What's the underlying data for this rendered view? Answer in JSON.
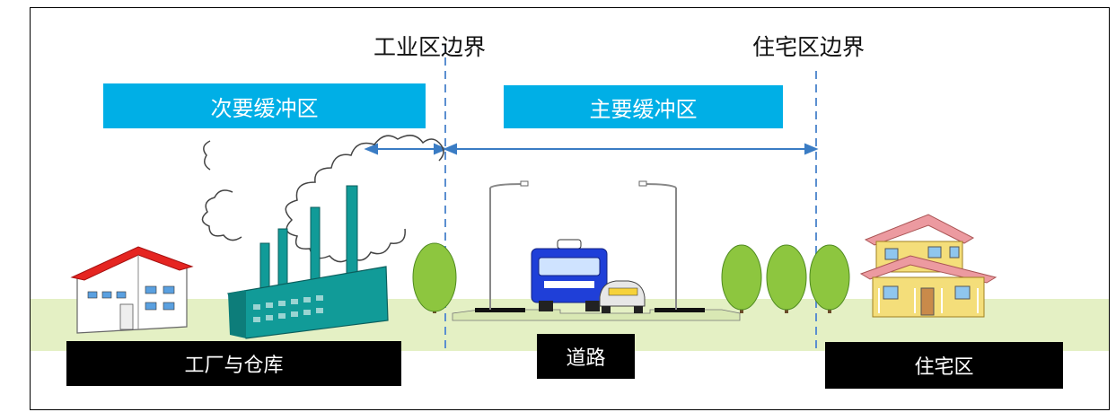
{
  "boundaries": {
    "industrial": "工业区边界",
    "residential": "住宅区边界"
  },
  "buffers": {
    "secondary": "次要缓冲区",
    "primary": "主要缓冲区"
  },
  "areas": {
    "factory": "工厂与仓库",
    "road": "道路",
    "residential": "住宅区"
  },
  "colors": {
    "buffer_bar": "#00afe6",
    "ground": "#e4f0c4",
    "factory": "#119b98",
    "tree": "#8dc63f",
    "boundary_line": "#5b8fd0",
    "truck": "#1f3fd8",
    "warehouse_roof": "#e52521",
    "house": "#f4de7a"
  }
}
